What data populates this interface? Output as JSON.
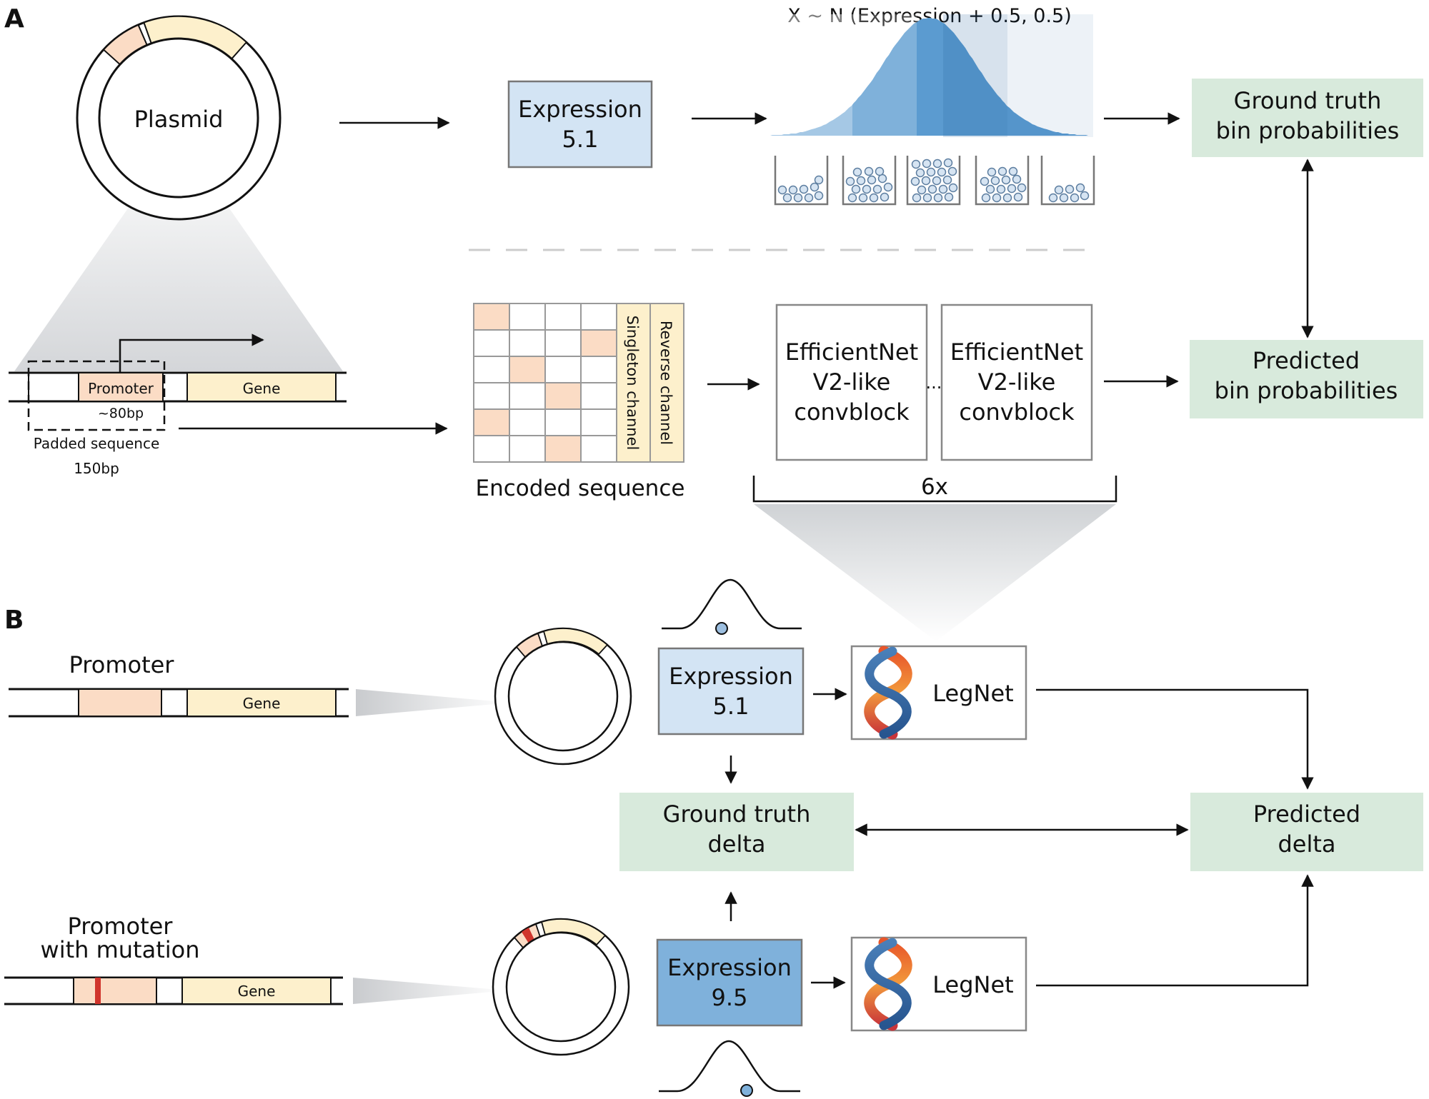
{
  "panel_a": {
    "label": "A",
    "plasmid_label": "Plasmid",
    "promoter_label": "Promoter",
    "gene_label": "Gene",
    "promoter_size": "~80bp",
    "padded_label": "Padded sequence",
    "padded_size": "150bp",
    "distribution_label": "X ~ N (Expression + 0.5, 0.5)",
    "expression_title": "Expression",
    "expression_value": "5.1",
    "ground_truth_line1": "Ground truth",
    "ground_truth_line2": "bin probabilities",
    "predicted_line1": "Predicted",
    "predicted_line2": "bin probabilities",
    "singleton_channel": "Singleton channel",
    "reverse_channel": "Reverse channel",
    "encoded_label": "Encoded sequence",
    "convblock_line1": "EfficientNet",
    "convblock_line2": "V2-like",
    "convblock_line3": "convblock",
    "ellipsis": "...",
    "repeat_label": "6x"
  },
  "panel_b": {
    "label": "B",
    "promoter_label": "Promoter",
    "gene_label": "Gene",
    "mutation_line1": "Promoter",
    "mutation_line2": "with mutation",
    "expression_title": "Expression",
    "expression_value_wt": "5.1",
    "expression_value_mut": "9.5",
    "model_name": "LegNet",
    "ground_truth_line1": "Ground truth",
    "ground_truth_line2": "delta",
    "predicted_line1": "Predicted",
    "predicted_line2": "delta"
  },
  "colors": {
    "promoter_fill": "#fbdcc5",
    "gene_fill": "#fdf0cc",
    "expression_fill": "#d3e4f4",
    "expression_mut_fill": "#7fb1db",
    "green_box": "#d8eadc",
    "gaussian_blue": "#5b9bd0",
    "mutation_red": "#d0342c"
  }
}
